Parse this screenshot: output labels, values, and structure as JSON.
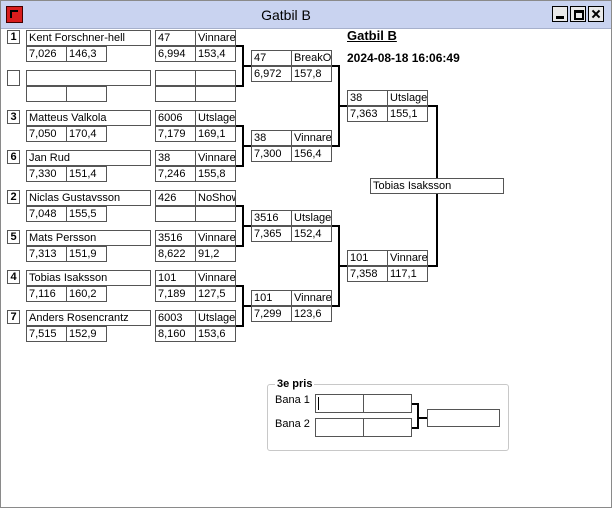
{
  "window": {
    "title": "Gatbil B"
  },
  "header": {
    "title": "Gatbil B",
    "datetime": "2024-08-18 16:06:49"
  },
  "round1": [
    {
      "seed": "1",
      "name": "Kent Forschner-hell",
      "time": "7,026",
      "speed": "146,3"
    },
    {
      "seed": "",
      "name": "",
      "time": "",
      "speed": ""
    },
    {
      "seed": "3",
      "name": "Matteus Valkola",
      "time": "7,050",
      "speed": "170,4"
    },
    {
      "seed": "6",
      "name": "Jan Rud",
      "time": "7,330",
      "speed": "151,4"
    },
    {
      "seed": "2",
      "name": "Niclas Gustavsson",
      "time": "7,048",
      "speed": "155,5"
    },
    {
      "seed": "5",
      "name": "Mats Persson",
      "time": "7,313",
      "speed": "151,9"
    },
    {
      "seed": "4",
      "name": "Tobias Isaksson",
      "time": "7,116",
      "speed": "160,2"
    },
    {
      "seed": "7",
      "name": "Anders Rosencrantz",
      "time": "7,515",
      "speed": "152,9"
    }
  ],
  "round2": [
    {
      "num": "47",
      "result": "Vinnare",
      "time": "6,994",
      "speed": "153,4"
    },
    {
      "num": "",
      "result": "",
      "time": "",
      "speed": ""
    },
    {
      "num": "6006",
      "result": "Utslagen",
      "time": "7,179",
      "speed": "169,1"
    },
    {
      "num": "38",
      "result": "Vinnare",
      "time": "7,246",
      "speed": "155,8"
    },
    {
      "num": "426",
      "result": "NoShow",
      "time": "",
      "speed": ""
    },
    {
      "num": "3516",
      "result": "Vinnare",
      "time": "8,622",
      "speed": "91,2"
    },
    {
      "num": "101",
      "result": "Vinnare",
      "time": "7,189",
      "speed": "127,5"
    },
    {
      "num": "6003",
      "result": "Utslagen",
      "time": "8,160",
      "speed": "153,6"
    }
  ],
  "round3": [
    {
      "num": "47",
      "result": "BreakOut",
      "time": "6,972",
      "speed": "157,8"
    },
    {
      "num": "38",
      "result": "Vinnare",
      "time": "7,300",
      "speed": "156,4"
    },
    {
      "num": "3516",
      "result": "Utslagen",
      "time": "7,365",
      "speed": "152,4"
    },
    {
      "num": "101",
      "result": "Vinnare",
      "time": "7,299",
      "speed": "123,6"
    }
  ],
  "round4": [
    {
      "num": "38",
      "result": "Utslagen",
      "time": "7,363",
      "speed": "155,1"
    },
    {
      "num": "101",
      "result": "Vinnare",
      "time": "7,358",
      "speed": "117,1"
    }
  ],
  "winner": {
    "name": "Tobias Isaksson"
  },
  "third_place": {
    "title": "3e pris",
    "lane1_label": "Bana 1",
    "lane2_label": "Bana 2",
    "lane1_a": "",
    "lane1_b": "",
    "lane2_a": "",
    "lane2_b": "",
    "result": ""
  }
}
